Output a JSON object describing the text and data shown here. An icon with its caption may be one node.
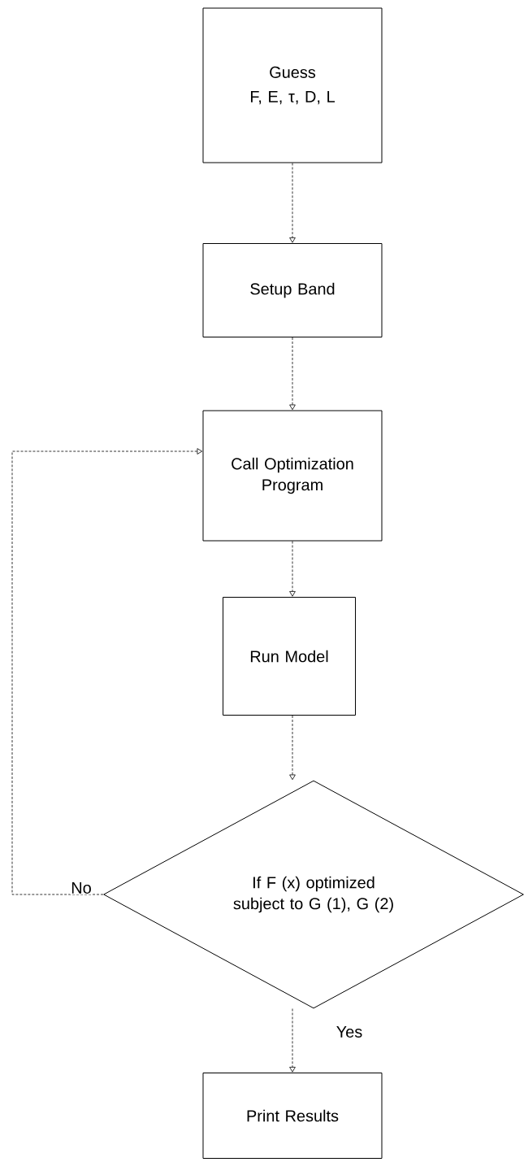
{
  "diagram": {
    "nodes": [
      {
        "text": [
          "Guess",
          "F, E, τ, D, L"
        ]
      },
      {
        "text": [
          "Setup Band"
        ]
      },
      {
        "text": [
          "Call Optimization Program"
        ]
      },
      {
        "text": [
          "Run Model"
        ]
      },
      {
        "text": [
          "If F (x) optimized subject to G (1), G (2)"
        ]
      },
      {
        "text": [
          "Print Results"
        ]
      }
    ],
    "edges": [
      {
        "from": 0,
        "to": 1,
        "arrow": "to"
      },
      {
        "from": 1,
        "to": 2,
        "arrow": "to"
      },
      {
        "from": 2,
        "to": 3,
        "arrow": "to"
      },
      {
        "from": 3,
        "to": 4,
        "arrow": "to"
      },
      {
        "from": 4,
        "to": 2,
        "arrow": "to",
        "label": "No"
      },
      {
        "from": 4,
        "to": 5,
        "arrow": "to",
        "label": "Yes"
      }
    ]
  }
}
